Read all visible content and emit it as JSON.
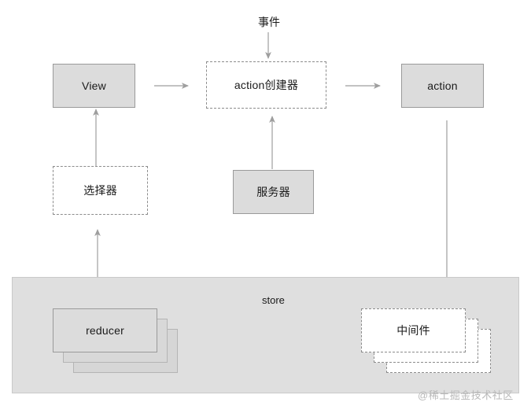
{
  "diagram": {
    "title_watermark": "@稀土掘金技术社区",
    "nodes": {
      "event": {
        "label": "事件",
        "style": "plain-text"
      },
      "view": {
        "label": "View",
        "style": "solid"
      },
      "action_creator": {
        "label": "action创建器",
        "style": "dashed"
      },
      "action": {
        "label": "action",
        "style": "solid"
      },
      "selector": {
        "label": "选择器",
        "style": "dashed"
      },
      "server": {
        "label": "服务器",
        "style": "solid"
      },
      "store": {
        "label": "store",
        "style": "container"
      },
      "reducer": {
        "label": "reducer",
        "style": "solid-stack"
      },
      "middleware": {
        "label": "中间件",
        "style": "dashed-stack-white"
      }
    },
    "edges": [
      {
        "from": "event",
        "to": "action_creator",
        "direction": "down"
      },
      {
        "from": "view",
        "to": "action_creator",
        "direction": "right"
      },
      {
        "from": "action_creator",
        "to": "action",
        "direction": "right"
      },
      {
        "from": "action",
        "to": "middleware",
        "direction": "down"
      },
      {
        "from": "middleware",
        "to": "reducer",
        "direction": "left"
      },
      {
        "from": "store",
        "to": "selector",
        "direction": "up"
      },
      {
        "from": "selector",
        "to": "view",
        "direction": "up"
      },
      {
        "from": "server",
        "to": "action_creator",
        "direction": "up"
      }
    ],
    "colors": {
      "background": "#ffffff",
      "box_fill": "#dcdcdc",
      "box_border": "#9a9a9a",
      "dashed_border": "#8c8c8c",
      "store_fill": "#dfdfdf",
      "store_border": "#c9c9c9",
      "arrow": "#9e9e9e",
      "text": "#1a1a1a",
      "watermark": "#b9b9b9"
    }
  }
}
